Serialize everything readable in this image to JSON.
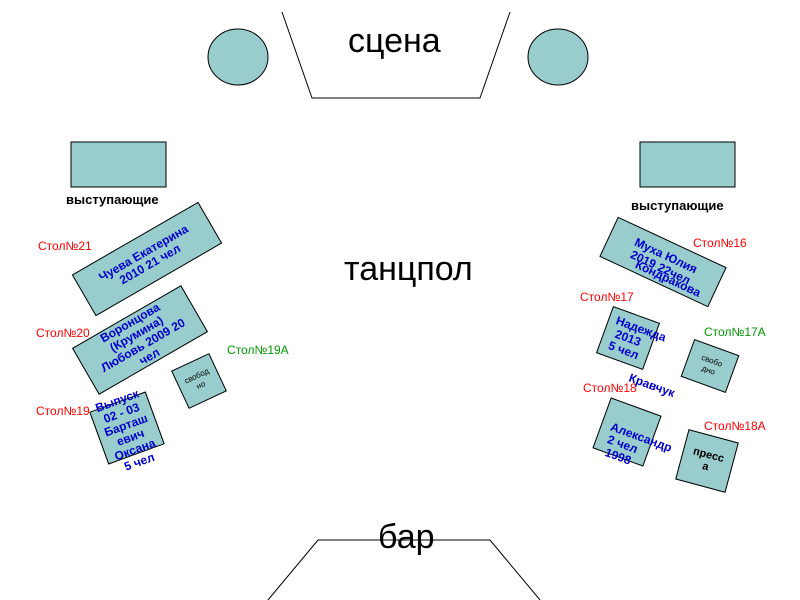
{
  "stage_label": "сцена",
  "dance_floor_label": "танцпол",
  "bar_label": "бар",
  "performers_left": "выступающие",
  "performers_right": "выступающие",
  "colors": {
    "table_fill": "#99cccc",
    "table_text": "#0000cc",
    "label_red": "#ff0000",
    "label_green": "#009900"
  },
  "tables": {
    "t21": {
      "label": "Стол№21",
      "text": "Чуева Екатерина 2010 21 чел"
    },
    "t20": {
      "label": "Стол№20",
      "text": "Воронцова (Крумина) Любовь 2009 20 чел"
    },
    "t19": {
      "label": "Стол№19",
      "text": "Выпуск 02 - 03 Барташ евич Оксана 5 чел"
    },
    "t19a": {
      "label": "Стол№19А",
      "text": "свобод но"
    },
    "t16": {
      "label": "Стол№16",
      "text": "Муха Юлия 2019 22чел"
    },
    "t17": {
      "label": "Стол№17",
      "text": "Надежда 2013 5 чел",
      "overlap": "Кондракова"
    },
    "t17a": {
      "label": "Стол№17А",
      "text": "свобо дно"
    },
    "t18": {
      "label": "Стол№18",
      "text": "Александр 2 чел 1998",
      "overlap": "Кравчук"
    },
    "t18a": {
      "label": "Стол№18А",
      "text": "пресс а"
    }
  }
}
